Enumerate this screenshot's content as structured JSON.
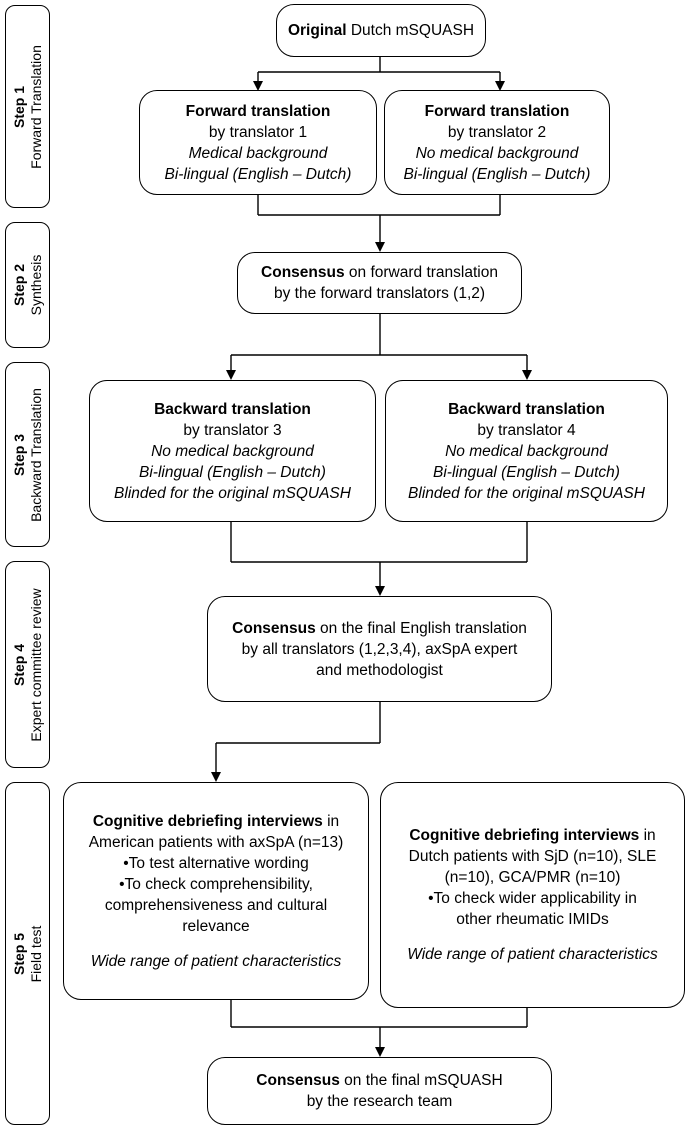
{
  "steps": [
    {
      "num": "Step 1",
      "label": "Forward Translation"
    },
    {
      "num": "Step 2",
      "label": "Synthesis"
    },
    {
      "num": "Step 3",
      "label": "Backward Translation"
    },
    {
      "num": "Step 4",
      "label": "Expert committee review"
    },
    {
      "num": "Step 5",
      "label": "Field test"
    }
  ],
  "original": {
    "bold": "Original",
    "rest": " Dutch mSQUASH"
  },
  "forward": [
    {
      "title": "Forward translation",
      "by": "by translator 1",
      "background": "Medical background",
      "lingual": "Bi-lingual (English – Dutch)"
    },
    {
      "title": "Forward translation",
      "by": "by translator 2",
      "background": "No medical background",
      "lingual": "Bi-lingual (English – Dutch)"
    }
  ],
  "synthesis": {
    "bold": "Consensus",
    "rest": " on forward translation",
    "line2": "by the forward translators (1,2)"
  },
  "backward": [
    {
      "title": "Backward translation",
      "by": "by translator 3",
      "background": "No medical background",
      "lingual": "Bi-lingual (English – Dutch)",
      "blinded": "Blinded for the original mSQUASH"
    },
    {
      "title": "Backward translation",
      "by": "by translator 4",
      "background": "No medical background",
      "lingual": "Bi-lingual (English – Dutch)",
      "blinded": "Blinded for the original mSQUASH"
    }
  ],
  "expert": {
    "bold": "Consensus",
    "rest": " on the final English translation",
    "line2": "by all translators (1,2,3,4), axSpA expert",
    "line3": "and methodologist"
  },
  "field": [
    {
      "bold": "Cognitive debriefing interviews",
      "rest": " in",
      "lines": [
        "American patients with axSpA (n=13)"
      ],
      "bullets": [
        "•To test alternative wording",
        "•To check comprehensibility,"
      ],
      "cont": [
        "comprehensiveness and cultural",
        "relevance"
      ],
      "note": "Wide range of patient characteristics"
    },
    {
      "bold": "Cognitive debriefing interviews",
      "rest": " in",
      "lines": [
        "Dutch patients with SjD (n=10), SLE",
        "(n=10), GCA/PMR (n=10)"
      ],
      "bullets": [
        "•To check wider applicability in"
      ],
      "cont": [
        "other rheumatic IMIDs"
      ],
      "note": "Wide range of patient characteristics"
    }
  ],
  "final": {
    "bold": "Consensus",
    "rest": " on the final mSQUASH",
    "line2": "by the research team"
  }
}
